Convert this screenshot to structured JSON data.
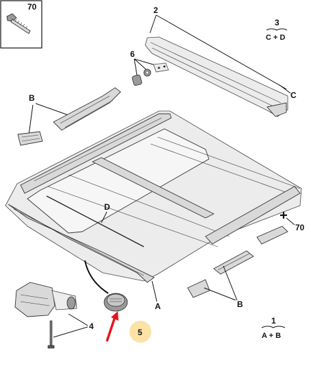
{
  "callouts": {
    "c70_box": "70",
    "c2": "2",
    "c3_num": "3",
    "c3_sub": "C + D",
    "c6": "6",
    "cB_left": "B",
    "cC": "C",
    "cD": "D",
    "cA": "A",
    "c70_right": "70",
    "cB_right": "B",
    "c4": "4",
    "c5": "5",
    "c1_num": "1",
    "c1_sub": "A + B"
  },
  "colors": {
    "highlight_circle": "#fde2a6",
    "arrow": "#e8141c",
    "ink": "#111111"
  }
}
